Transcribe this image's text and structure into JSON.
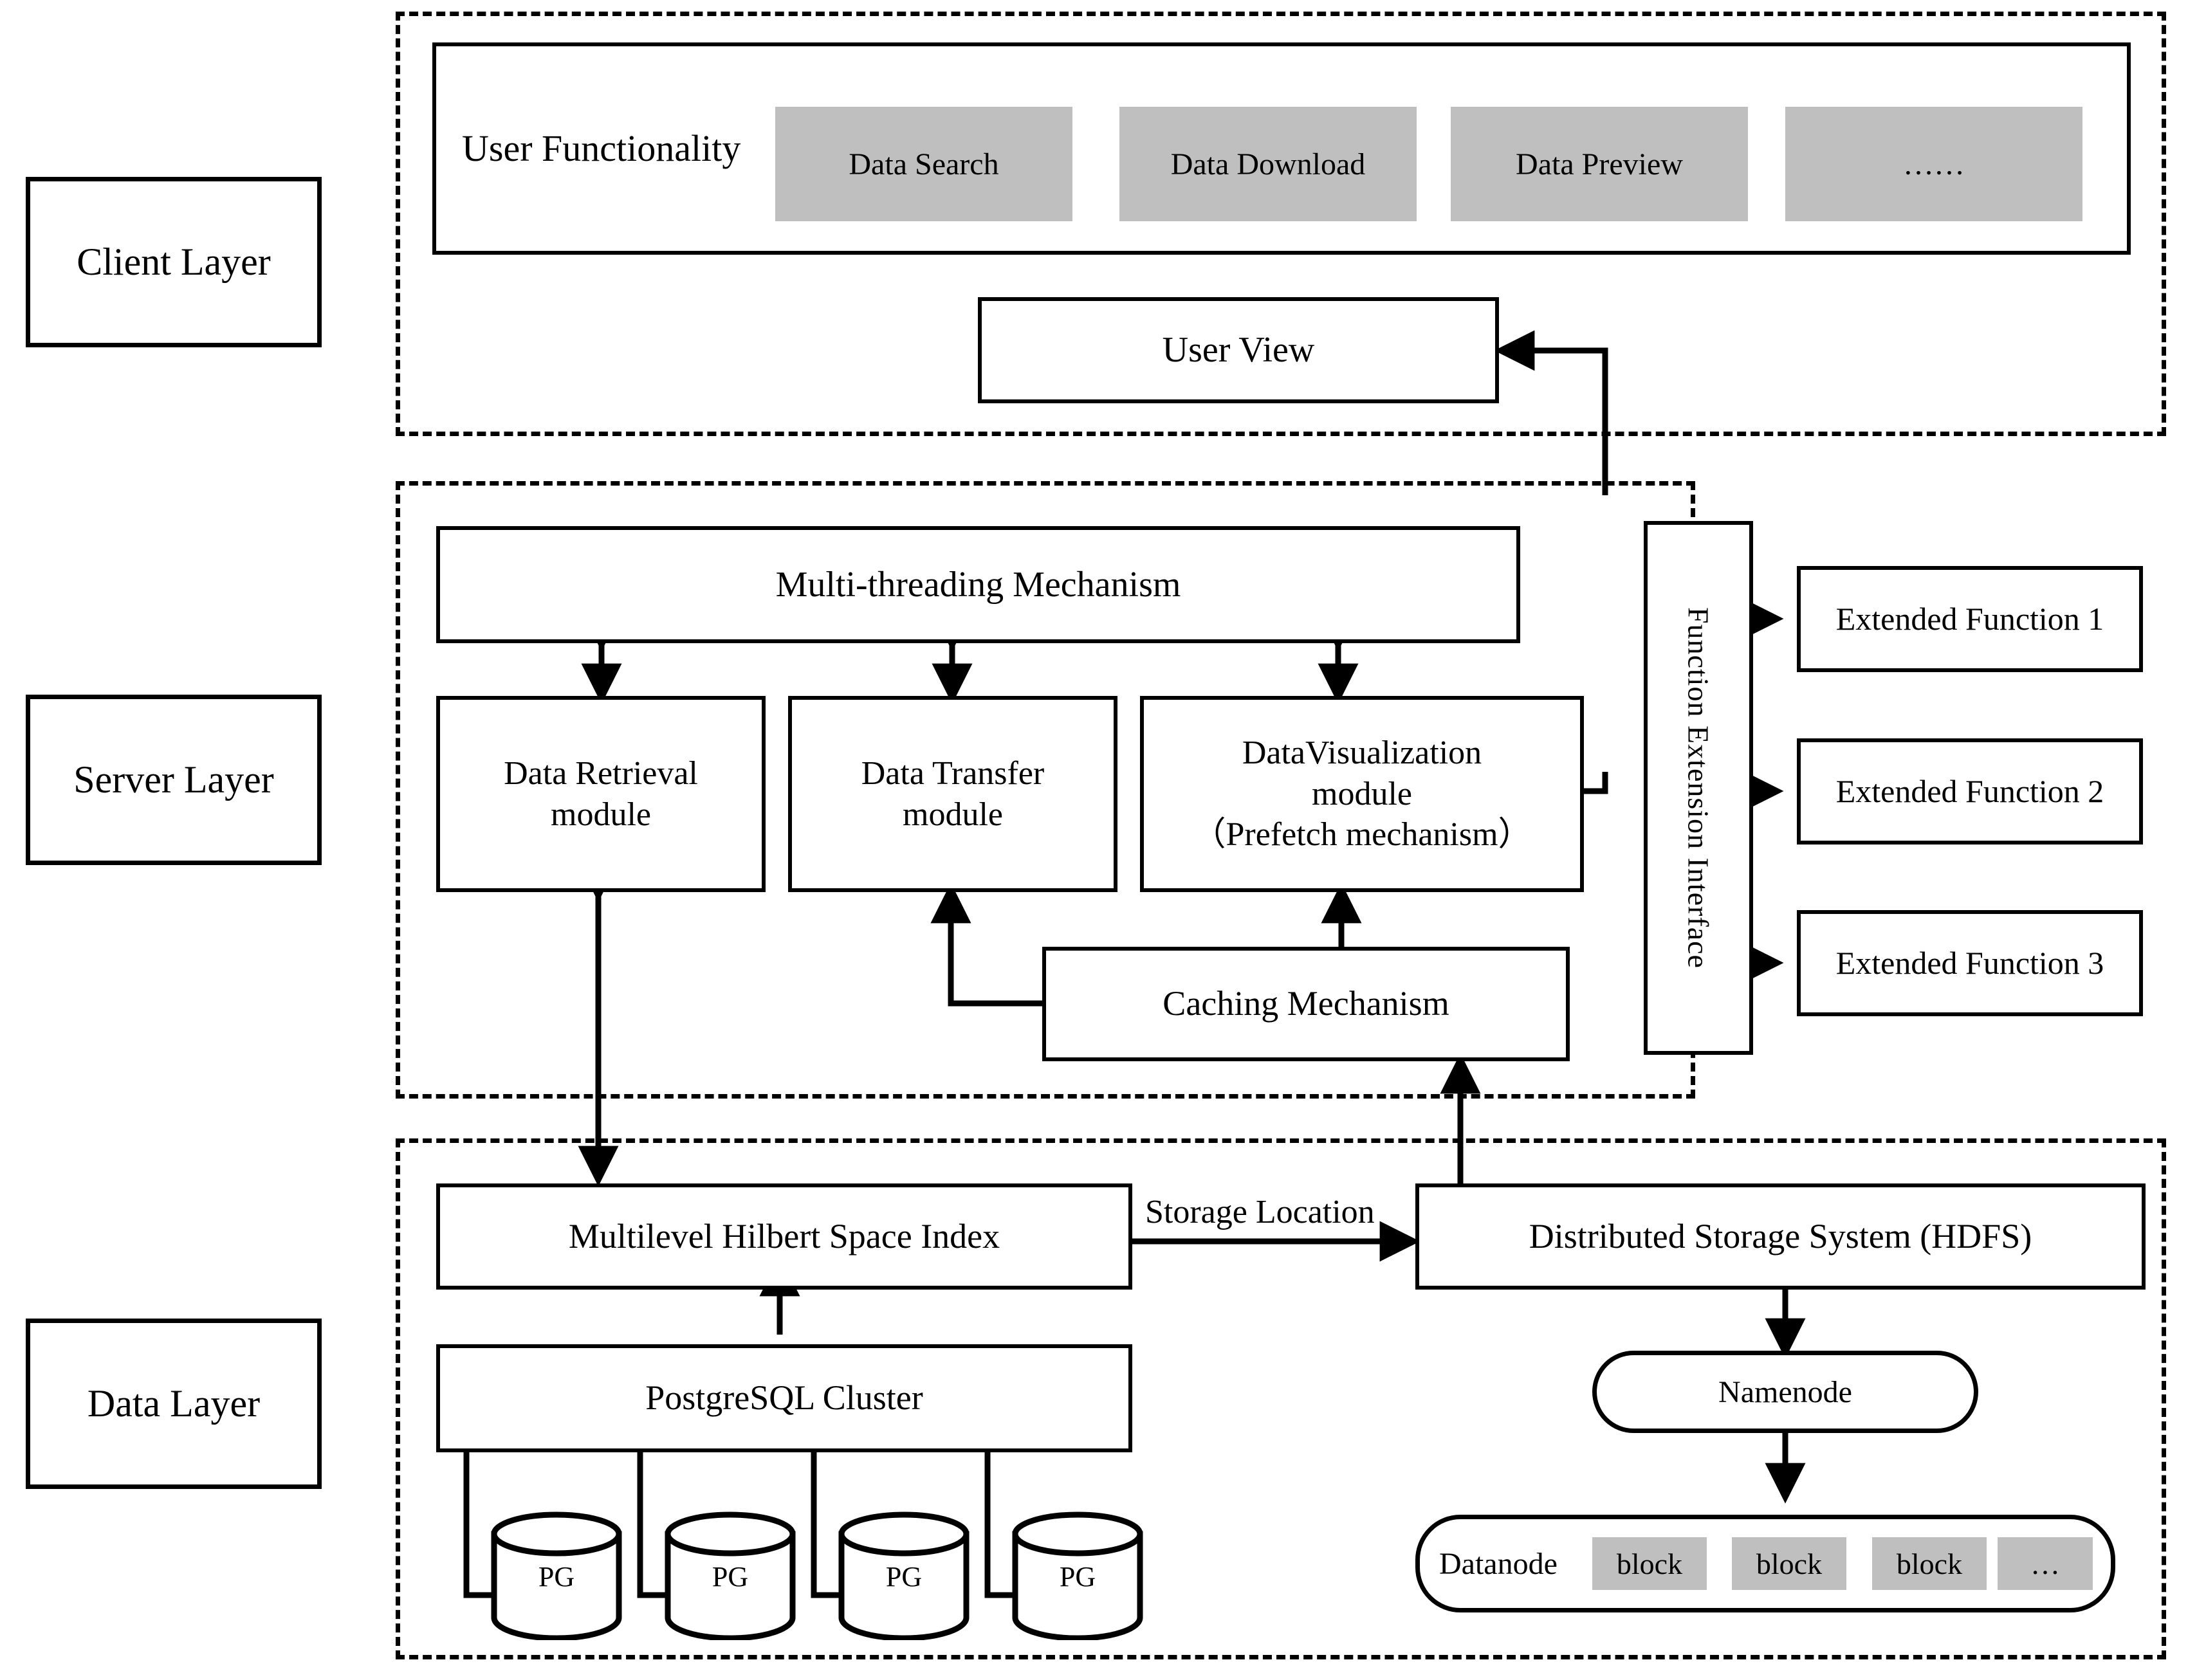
{
  "layers": [
    {
      "id": "client",
      "label": "Client Layer"
    },
    {
      "id": "server",
      "label": "Server Layer"
    },
    {
      "id": "data",
      "label": "Data Layer"
    }
  ],
  "client": {
    "user_functionality_label": "User Functionality",
    "functions": [
      {
        "label": "Data Search",
        "name": "data-search"
      },
      {
        "label": "Data Download",
        "name": "data-download"
      },
      {
        "label": "Data Preview",
        "name": "data-preview"
      },
      {
        "label": "……",
        "name": "more-functions"
      }
    ],
    "user_view": "User View"
  },
  "server": {
    "multi_threading": "Multi-threading Mechanism",
    "modules": [
      {
        "line1": "Data Retrieval",
        "line2": "module",
        "line3": ""
      },
      {
        "line1": "Data Transfer",
        "line2": "module",
        "line3": ""
      },
      {
        "line1": "DataVisualization",
        "line2": "module",
        "line3": "（Prefetch mechanism）"
      }
    ],
    "caching": "Caching Mechanism",
    "function_extension_interface": "Function Extension Interface",
    "extended_functions": [
      "Extended Function 1",
      "Extended Function 2",
      "Extended Function 3"
    ]
  },
  "data": {
    "hilbert_index": "Multilevel Hilbert Space Index",
    "postgres_cluster": "PostgreSQL Cluster",
    "pg_nodes": [
      "PG",
      "PG",
      "PG",
      "PG"
    ],
    "storage_location_label": "Storage Location",
    "hdfs": "Distributed Storage System (HDFS)",
    "namenode": "Namenode",
    "datanode_label": "Datanode",
    "blocks": [
      "block",
      "block",
      "block",
      "…"
    ]
  },
  "colors": {
    "stroke": "#000000",
    "gray_fill": "#BFBFBF",
    "background": "#FFFFFF"
  }
}
